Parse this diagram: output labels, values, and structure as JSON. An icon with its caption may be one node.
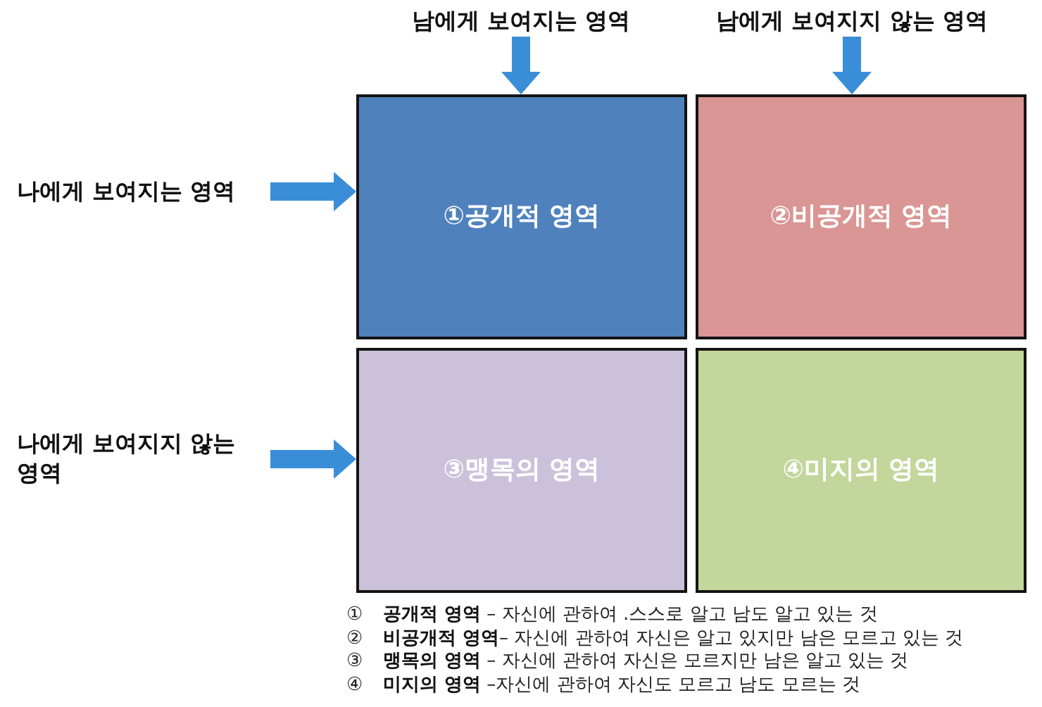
{
  "diagram": {
    "nodes": [
      {
        "text": [
          "남에게 보여지는 영역"
        ]
      },
      {
        "text": [
          "남에게 보여지지 않는 영역"
        ]
      },
      {
        "text": [
          "나에게 보여지는 영역"
        ]
      },
      {
        "text": [
          "①공개적 영역"
        ]
      },
      {
        "text": [
          "②비공개적 영역"
        ]
      },
      {
        "text": [
          "나에게 보여지지 않는 영역"
        ]
      },
      {
        "text": [
          "③맹목의 영역"
        ]
      },
      {
        "text": [
          "④미지의 영역"
        ]
      }
    ],
    "edges": [
      {
        "from": 0,
        "to": 3,
        "arrow": "to"
      },
      {
        "from": 1,
        "to": 4,
        "arrow": "to"
      },
      {
        "from": 2,
        "to": 3,
        "arrow": "to"
      },
      {
        "from": 5,
        "to": 6,
        "arrow": "to"
      }
    ],
    "labels": [
      "①",
      "**공개적 영역** – 자신에 관하여 .스스로 알고 남도 알고 있는 것",
      "②",
      "**비공개적 영역**– 자신에 관하여 자신은 알고 있지만 남은 모르고 있는 것",
      "③",
      "**맹목의 영역** – 자신에 관하여 자신은 모르지만 남은 알고 있는 것",
      "④",
      "**미지의 영역** –자신에 관하여 자신도 모르고 남도 모르는 것"
    ]
  }
}
